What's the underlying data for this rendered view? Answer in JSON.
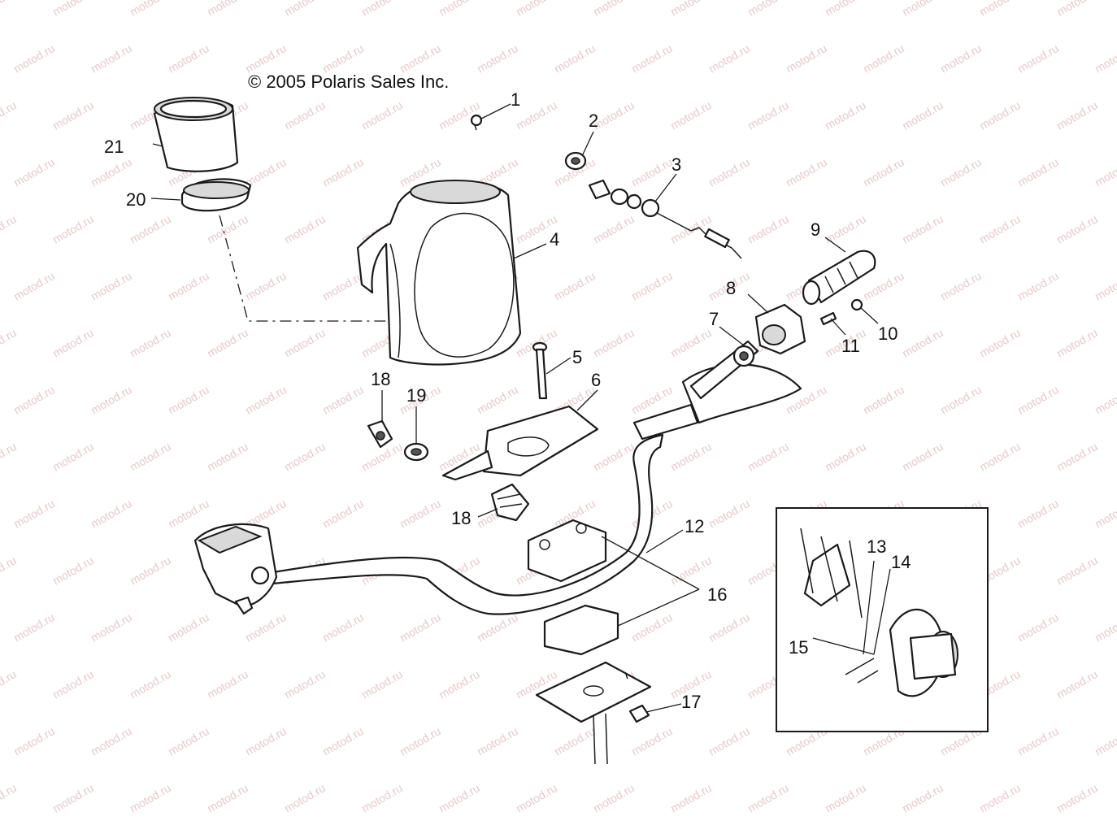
{
  "copyright": "© 2005 Polaris Sales Inc.",
  "watermark": "motod.ru",
  "callouts": [
    {
      "id": "1",
      "text": "1"
    },
    {
      "id": "2",
      "text": "2"
    },
    {
      "id": "3",
      "text": "3"
    },
    {
      "id": "4",
      "text": "4"
    },
    {
      "id": "5",
      "text": "5"
    },
    {
      "id": "6",
      "text": "6"
    },
    {
      "id": "7",
      "text": "7"
    },
    {
      "id": "8",
      "text": "8"
    },
    {
      "id": "9",
      "text": "9"
    },
    {
      "id": "10",
      "text": "10"
    },
    {
      "id": "11",
      "text": "11"
    },
    {
      "id": "12",
      "text": "12"
    },
    {
      "id": "13",
      "text": "13"
    },
    {
      "id": "14",
      "text": "14"
    },
    {
      "id": "15",
      "text": "15"
    },
    {
      "id": "16",
      "text": "16"
    },
    {
      "id": "17",
      "text": "17"
    },
    {
      "id": "18a",
      "text": "18"
    },
    {
      "id": "18b",
      "text": "18"
    },
    {
      "id": "19",
      "text": "19"
    },
    {
      "id": "20",
      "text": "20"
    },
    {
      "id": "21",
      "text": "21"
    }
  ]
}
